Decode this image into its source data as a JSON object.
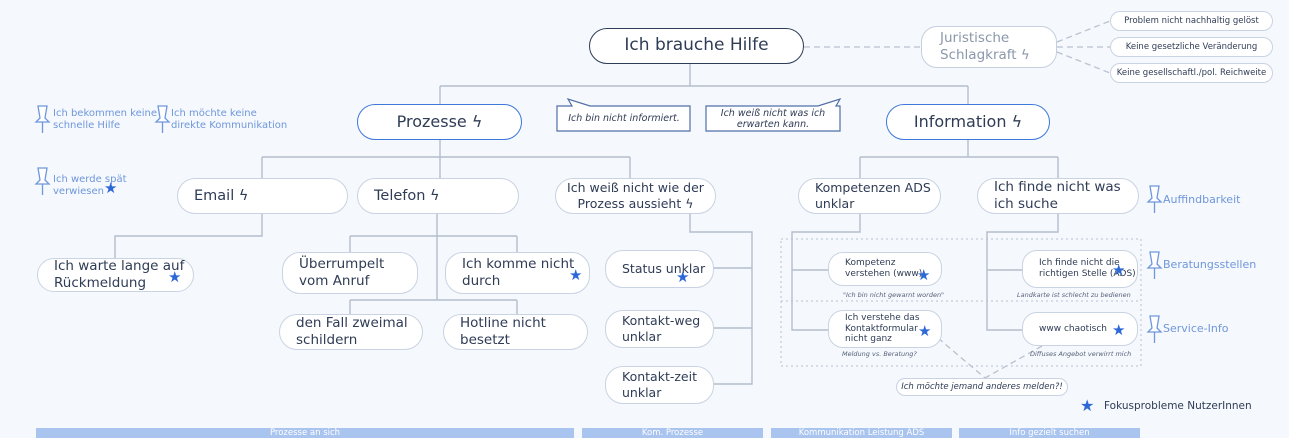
{
  "colors": {
    "accent": "#3d78d8",
    "dark": "#2f3c55",
    "line": "#b4bdcc",
    "sidelabel": "#6f97dc",
    "bar": "#a9c4ee"
  },
  "root": "Ich brauche Hilfe",
  "juristische": "Juristische Schlagkraft ϟ",
  "juristische_reasons": [
    "Problem nicht nachhaltig gelöst",
    "Keine gesetzliche Veränderung",
    "Keine gesellschaftl./pol. Reichweite"
  ],
  "prozesse": "Prozesse ϟ",
  "information": "Information ϟ",
  "callouts": [
    "Ich bin nicht informiert.",
    "Ich weiß nicht was ich erwarten kann."
  ],
  "email": "Email ϟ",
  "telefon": "Telefon ϟ",
  "prozess_unklar": "Ich weiß nicht wie der Prozess aussieht ϟ",
  "email_children": [
    "Ich warte lange auf Rückmeldung"
  ],
  "telefon_children": [
    "Überrumpelt vom Anruf",
    "Ich komme nicht durch",
    "den Fall zweimal schildern",
    "Hotline nicht besetzt"
  ],
  "prozess_children": [
    "Status unklar",
    "Kontakt-weg unklar",
    "Kontakt-zeit unklar"
  ],
  "kompetenzen": "Kompetenzen ADS unklar",
  "finde_nicht": "Ich finde nicht was ich suche",
  "kompetenz_children": [
    {
      "label": "Kompetenz verstehen (www)",
      "caption": "\"Ich bin nicht gewarnt worden\""
    },
    {
      "label": "Ich verstehe das Kontaktformular nicht ganz",
      "caption": "Meldung vs. Beratung?"
    }
  ],
  "finde_children": [
    {
      "label": "Ich finde nicht die richtigen Stelle (ADS)",
      "caption": "Landkarte ist schlecht zu bedienen"
    },
    {
      "label": "www chaotisch",
      "caption": "Diffuses Angebot verwirrt mich"
    }
  ],
  "jemand_anderes": "Ich möchte jemand anderes melden?!",
  "left_notes": [
    "Ich bekommen keine schnelle Hilfe",
    "Ich möchte keine direkte Kommunikation",
    "Ich werde spät verwiesen"
  ],
  "right_categories": [
    "Auffindbarkeit",
    "Beratungsstellen",
    "Service-Info"
  ],
  "legend": "Fokusprobleme NutzerInnen",
  "bottom_bars": [
    "Prozesse an sich",
    "Kom. Prozesse",
    "Kommunikation Leistung ADS",
    "Info gezielt suchen"
  ]
}
